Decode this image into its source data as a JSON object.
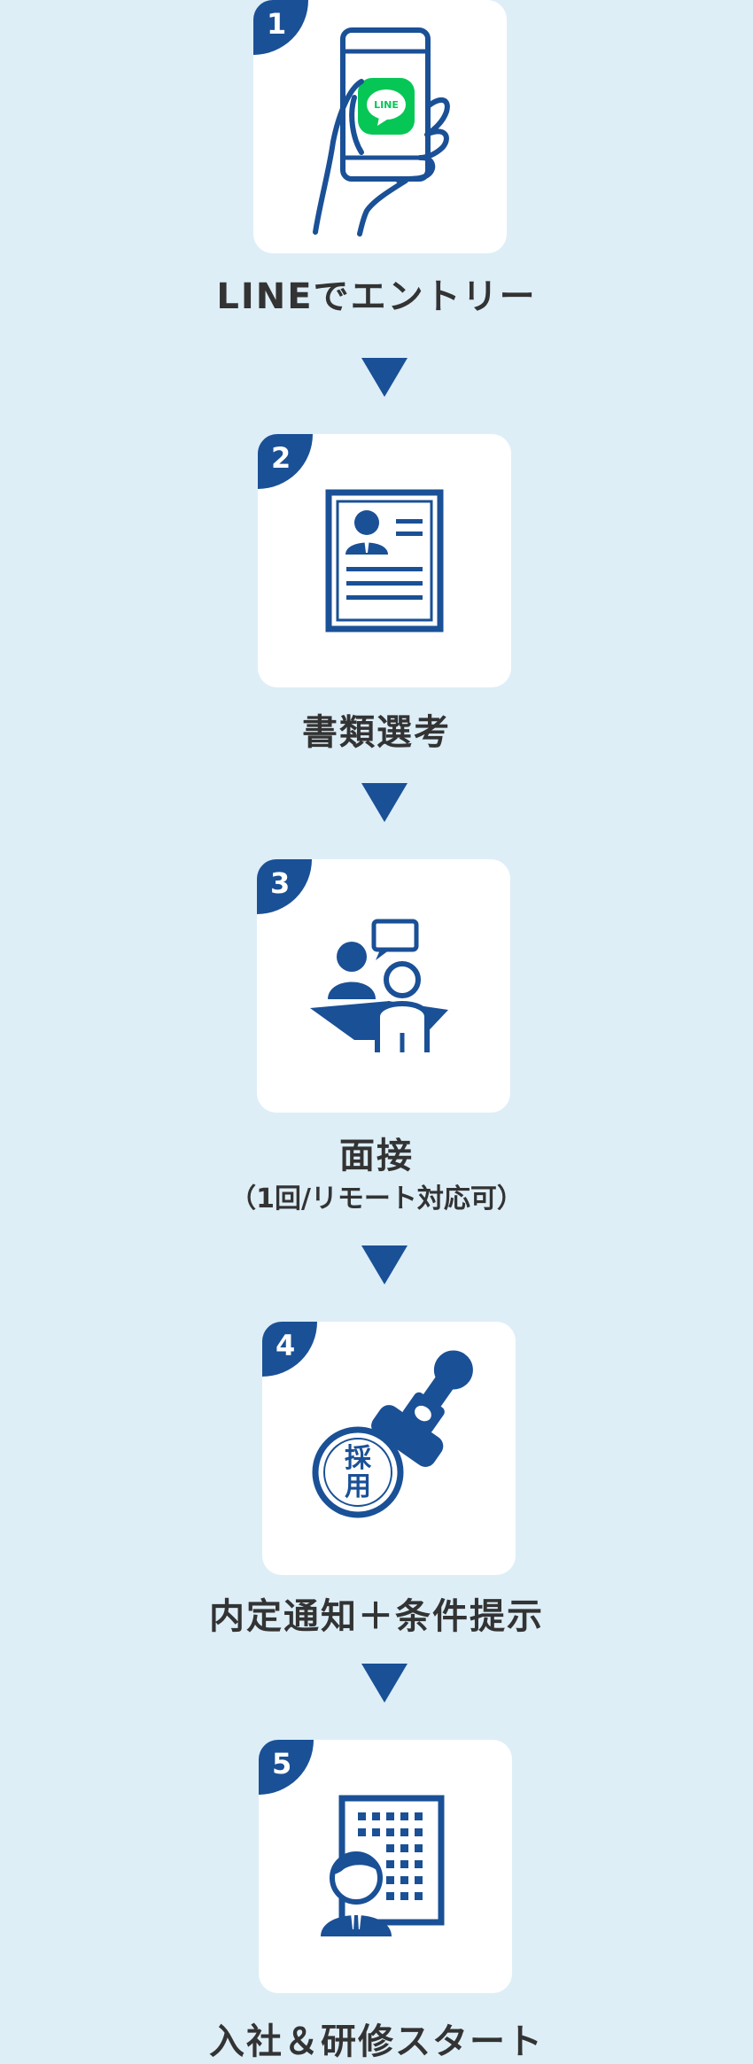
{
  "steps": [
    {
      "number": "1",
      "label": "LINEでエントリー",
      "icon_text": "LINE",
      "icon": "smartphone-line-icon"
    },
    {
      "number": "2",
      "label": "書類選考",
      "icon": "resume-document-icon"
    },
    {
      "number": "3",
      "label": "面接",
      "sublabel": "（1回/リモート対応可）",
      "icon": "interview-icon"
    },
    {
      "number": "4",
      "label": "内定通知＋条件提示",
      "icon_text": [
        "採",
        "用"
      ],
      "icon": "hiring-stamp-icon"
    },
    {
      "number": "5",
      "label": "入社＆研修スタート",
      "icon": "office-worker-building-icon"
    }
  ],
  "colors": {
    "accent": "#1a5096",
    "background": "#ddeef7",
    "line_green": "#06c755",
    "text": "#333333"
  }
}
